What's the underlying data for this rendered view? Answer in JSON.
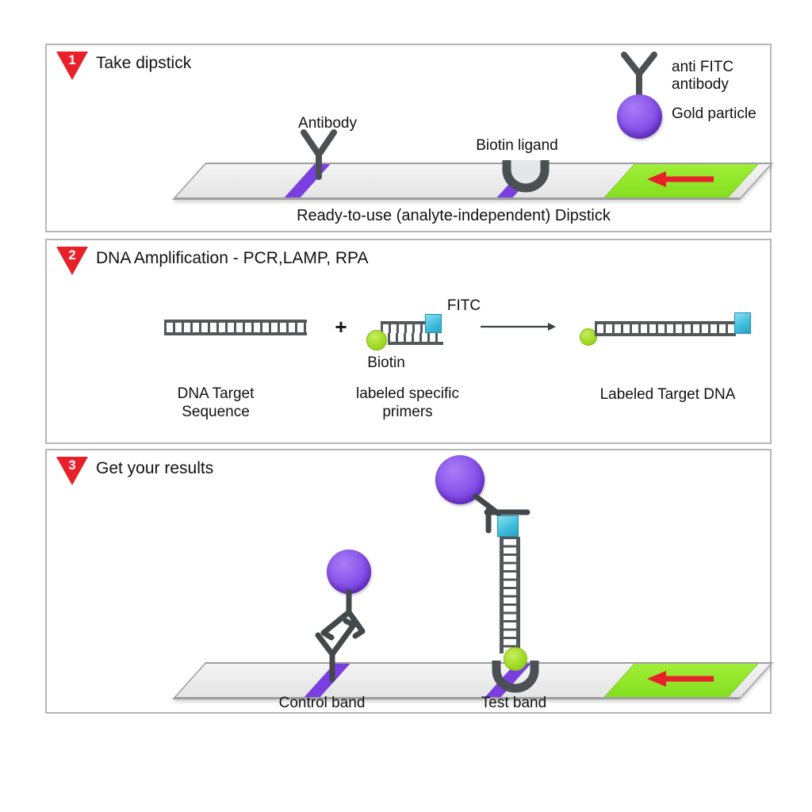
{
  "figure": {
    "kind": "lateral-flow dipstick assay workflow diagram",
    "step_marker_shape": "red inverted triangle with white number"
  },
  "colors": {
    "step_red": "#e8202a",
    "arrow_red": "#e8202a",
    "band_purple": "#7a3fe0",
    "gold_particle_purple": "#8550e9",
    "strip_green": "#8ce62a",
    "biotin_green": "#9ad71e",
    "fitc_cyan": "#41bedd",
    "structure_gray": "#53585b",
    "strip_gray": "#ececec"
  },
  "icons": [
    "step-triangle-icon",
    "antibody-y-icon",
    "gold-particle-icon",
    "biotin-ligand-cup-icon",
    "dna-ladder-icon",
    "primer-icon",
    "fitc-tag-icon",
    "biotin-tag-icon",
    "red-flow-arrow-icon",
    "reaction-arrow-icon"
  ],
  "panel1": {
    "step_number": "1",
    "title": "Take dipstick",
    "legend": {
      "anti_fitc_line1": "anti FITC",
      "anti_fitc_line2": "antibody",
      "gold_particle": "Gold particle"
    },
    "antibody_label": "Antibody",
    "biotin_ligand_label": "Biotin ligand",
    "caption": "Ready-to-use (analyte-independent) Dipstick"
  },
  "panel2": {
    "step_number": "2",
    "title": "DNA Amplification - PCR,LAMP, RPA",
    "plus_sign": "+",
    "fitc_label": "FITC",
    "biotin_label": "Biotin",
    "dna_target_line1": "DNA Target",
    "dna_target_line2": "Sequence",
    "primers_line1": "labeled specific",
    "primers_line2": "primers",
    "labeled_dna_label": "Labeled Target DNA"
  },
  "panel3": {
    "step_number": "3",
    "title": "Get your results",
    "control_band_label": "Control band",
    "test_band_label": "Test band"
  }
}
